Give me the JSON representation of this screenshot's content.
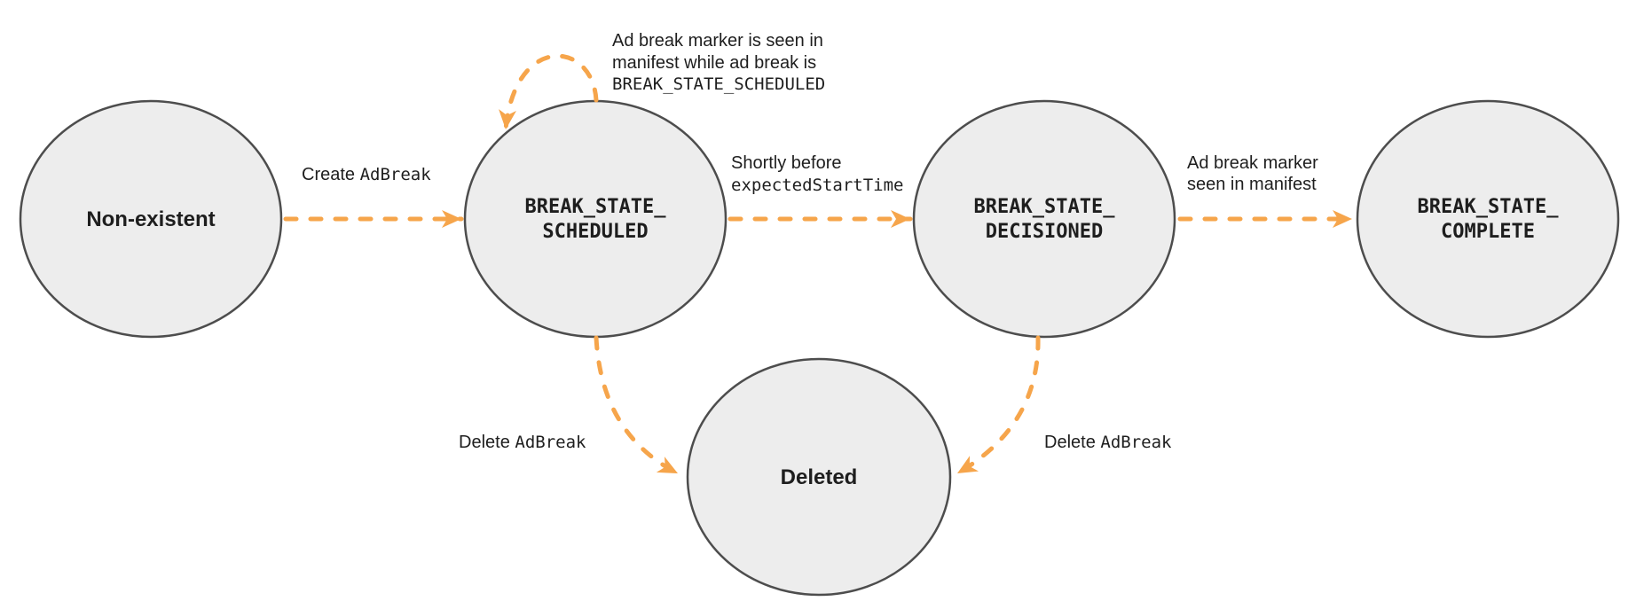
{
  "colors": {
    "arrow": "#F6A54B",
    "node_fill": "#EDEDED",
    "node_border": "#4D4D4D",
    "label_text": "#1E1E1E",
    "background": "#FFFFFF"
  },
  "states": {
    "non_existent": {
      "label": "Non-existent"
    },
    "scheduled": {
      "line1": "BREAK_STATE_",
      "line2": "SCHEDULED"
    },
    "decisioned": {
      "line1": "BREAK_STATE_",
      "line2": "DECISIONED"
    },
    "complete": {
      "line1": "BREAK_STATE_",
      "line2": "COMPLETE"
    },
    "deleted": {
      "label": "Deleted"
    }
  },
  "transitions": {
    "create": {
      "text": "Create ",
      "code": "AdBreak"
    },
    "self_loop": {
      "line1": "Ad break marker is seen in",
      "line2": "manifest while ad break is",
      "line3": "BREAK_STATE_SCHEDULED"
    },
    "shortly_before": {
      "text": "Shortly before",
      "code": "expectedStartTime"
    },
    "marker_seen": {
      "line1": "Ad break marker",
      "line2": "seen in manifest"
    },
    "delete_from_scheduled": {
      "text": "Delete ",
      "code": "AdBreak"
    },
    "delete_from_decisioned": {
      "text": "Delete ",
      "code": "AdBreak"
    }
  }
}
